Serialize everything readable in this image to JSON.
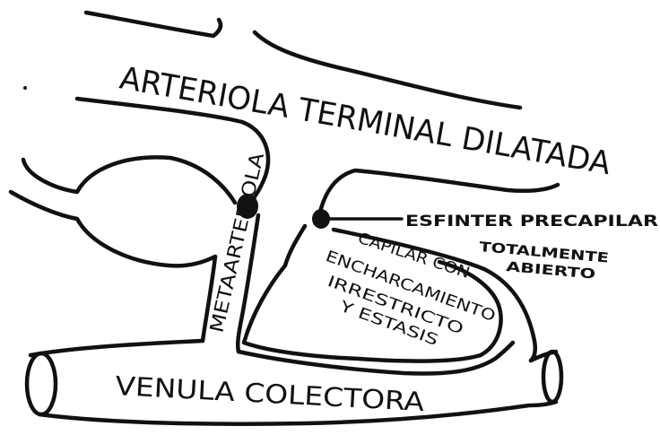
{
  "labels": {
    "arteriola": "ARTERIOLA TERMINAL DILATADA",
    "metaarteriola": "METAARTERIOLA",
    "esfinter": "ESFINTER PRECAPILAR",
    "totalmente": "TOTALMENTE",
    "abierto": "ABIERTO",
    "capilar_line1": "CAPILAR CON",
    "capilar_line2": "ENCHARCAMIENTO",
    "capilar_line3": "IRRESTRICTO",
    "capilar_line4": "Y ESTASIS",
    "venula": "VENULA COLECTORA"
  }
}
